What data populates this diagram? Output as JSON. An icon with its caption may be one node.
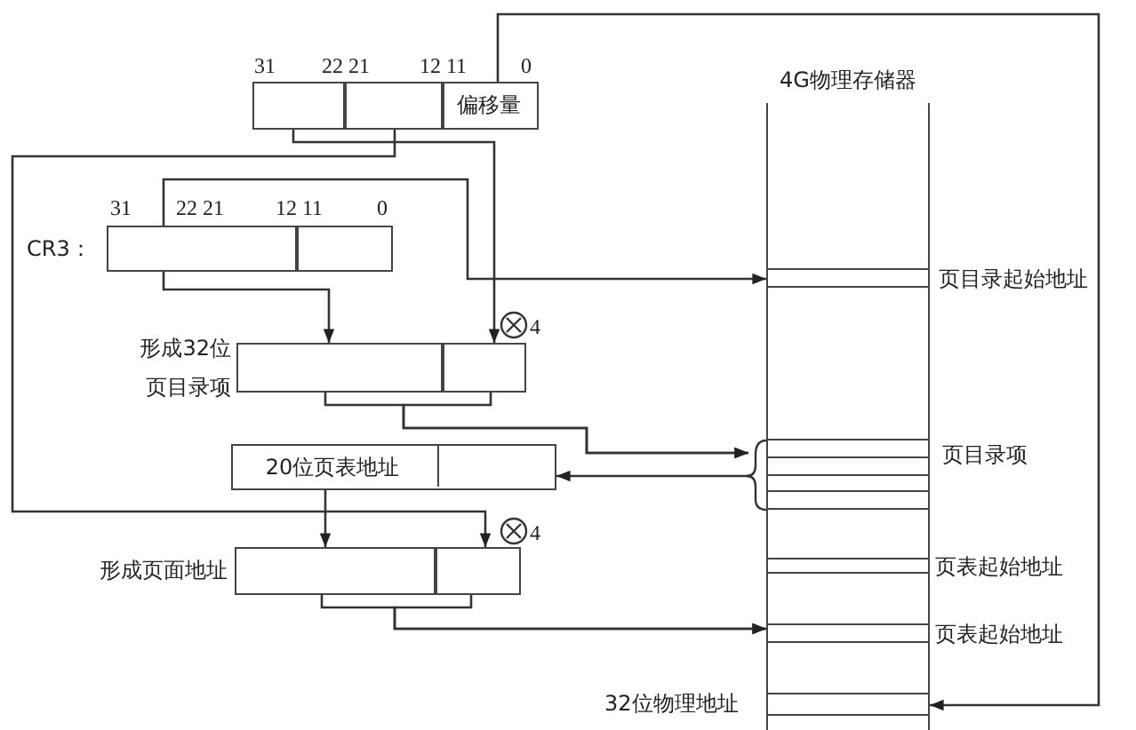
{
  "diagram": {
    "nodes": [
      {
        "text": [],
        "shape": "box"
      },
      {
        "text": [],
        "shape": "box",
        "in": 0
      },
      {
        "text": [],
        "shape": "box",
        "in": 0
      },
      {
        "text": [
          "偏移量"
        ],
        "in": 0
      },
      {
        "text": [
          "CR3："
        ]
      },
      {
        "text": [],
        "shape": "box",
        "in": 4
      },
      {
        "text": [],
        "shape": "box",
        "in": 4
      },
      {
        "text": [
          "形成32位页目录项"
        ]
      },
      {
        "text": [],
        "shape": "box",
        "in": 7
      },
      {
        "text": [],
        "shape": "box",
        "in": 7
      },
      {
        "text": [
          "20位页表地址"
        ]
      },
      {
        "text": [
          "形成页面地址"
        ]
      },
      {
        "text": [],
        "shape": "box",
        "in": 11
      },
      {
        "text": [],
        "shape": "box",
        "in": 11
      },
      {
        "text": [
          "4G物理存储器"
        ]
      },
      {
        "text": [
          "页目录起始地址"
        ],
        "in": 14
      },
      {
        "text": [
          "页目录项"
        ],
        "in": 14
      },
      {
        "text": [
          "页表起始地址"
        ],
        "in": 14
      },
      {
        "text": [
          "页表起始地址"
        ],
        "in": 14
      },
      {
        "text": [
          "32位物理地址"
        ],
        "in": 14
      }
    ],
    "edges": [
      {
        "from": 5,
        "to": 15,
        "arrow": "to"
      },
      {
        "from": 5,
        "to": 8,
        "arrow": "to"
      },
      {
        "from": 1,
        "to": 9,
        "arrow": "to"
      },
      {
        "from": 8,
        "to": 16,
        "arrow": "to"
      },
      {
        "from": 9,
        "to": 16,
        "arrow": "to"
      },
      {
        "from": 16,
        "to": 10,
        "arrow": "to"
      },
      {
        "from": 10,
        "to": 12,
        "arrow": "to"
      },
      {
        "from": 2,
        "to": 13,
        "arrow": "to"
      },
      {
        "from": 12,
        "to": 18,
        "arrow": "to"
      },
      {
        "from": 13,
        "to": 18,
        "arrow": "to"
      },
      {
        "from": 3,
        "to": 19,
        "arrow": "to"
      }
    ],
    "labels": [
      "31",
      "22 21",
      "12 11",
      "0",
      "31",
      "22 21",
      "12 11",
      "0",
      "4",
      "4"
    ]
  }
}
